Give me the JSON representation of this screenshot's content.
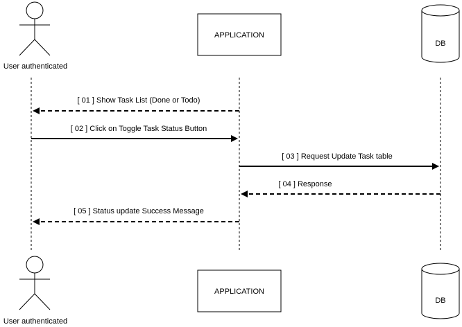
{
  "participants": {
    "user": {
      "label": "User authenticated"
    },
    "application": {
      "label": "APPLICATION"
    },
    "db": {
      "label": "DB"
    }
  },
  "messages": [
    {
      "label": "[ 01 ] Show Task List (Done or Todo)",
      "from": "application",
      "to": "user",
      "style": "dashed"
    },
    {
      "label": "[ 02 ] Click on Toggle Task Status Button",
      "from": "user",
      "to": "application",
      "style": "solid"
    },
    {
      "label": "[ 03 ] Request Update Task table",
      "from": "application",
      "to": "db",
      "style": "solid"
    },
    {
      "label": "[ 04 ] Response",
      "from": "db",
      "to": "application",
      "style": "dashed"
    },
    {
      "label": "[ 05 ] Status update Success Message",
      "from": "application",
      "to": "user",
      "style": "dashed"
    }
  ],
  "colors": {
    "line": "#000000",
    "background": "#ffffff"
  }
}
